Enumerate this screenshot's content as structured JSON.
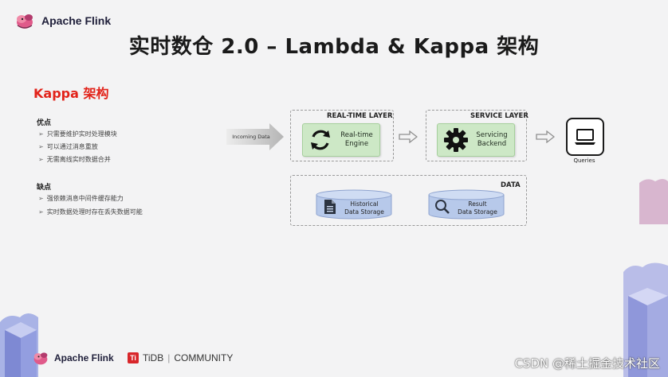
{
  "header": {
    "brand": "Apache Flink"
  },
  "slide": {
    "title": "实时数仓 2.0 – Lambda & Kappa 架构",
    "section_title": "Kappa 架构"
  },
  "pros": {
    "title": "优点",
    "items": [
      "只需要维护实时处理模块",
      "可以通过消息重放",
      "无需离线实时数据合并"
    ]
  },
  "cons": {
    "title": "缺点",
    "items": [
      "强依赖消息中间件缓存能力",
      "实时数据处理时存在丢失数据可能"
    ]
  },
  "diagram": {
    "incoming": "Incoming Data",
    "realtime_layer": {
      "title": "REAL-TIME LAYER",
      "box_line1": "Real-time",
      "box_line2": "Engine"
    },
    "service_layer": {
      "title": "SERVICE LAYER",
      "box_line1": "Servicing",
      "box_line2": "Backend"
    },
    "queries": "Queries",
    "data": {
      "title": "DATA",
      "historical_line1": "Historical",
      "historical_line2": "Data Storage",
      "result_line1": "Result",
      "result_line2": "Data Storage"
    }
  },
  "footer": {
    "brand": "Apache Flink",
    "tidb_badge": "Ti",
    "tidb_label": "TiDB",
    "tidb_sep": "|",
    "tidb_community": "COMMUNITY",
    "watermark": "CSDN @稀土掘金技术社区"
  },
  "colors": {
    "accent_red": "#e2231a",
    "green_fill": "#cde8c6",
    "cylinder_blue": "#b7c9ea",
    "brand_purple": "#6a5ad1"
  }
}
